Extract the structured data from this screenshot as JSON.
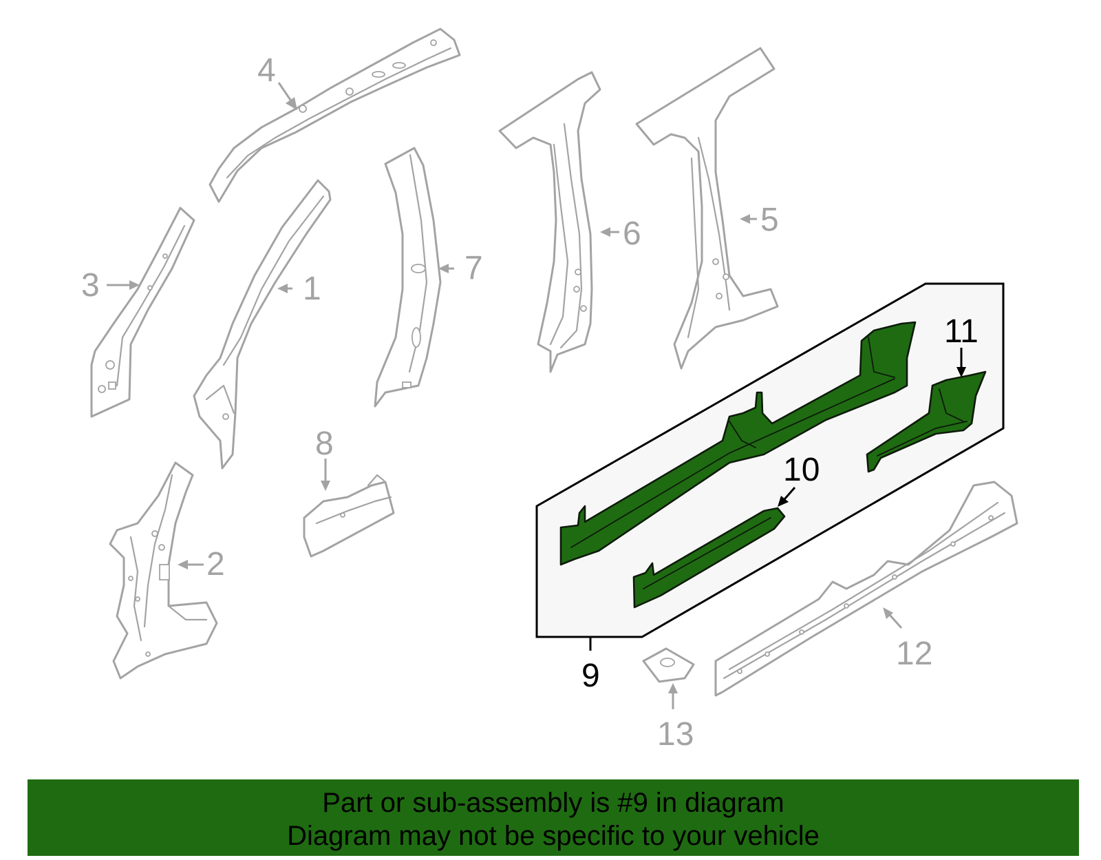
{
  "colors": {
    "highlight_fill": "#1f6b12",
    "part_outline": "#a3a3a3",
    "callout_highlight": "#000000",
    "banner_background": "#1f6b12",
    "group_box_fill": "#f7f7f7"
  },
  "callouts": {
    "c1": "1",
    "c2": "2",
    "c3": "3",
    "c4": "4",
    "c5": "5",
    "c6": "6",
    "c7": "7",
    "c8": "8",
    "c9": "9",
    "c10": "10",
    "c11": "11",
    "c12": "12",
    "c13": "13"
  },
  "banner": {
    "line1": "Part or sub-assembly is #9 in diagram",
    "line2": "Diagram may not be specific to your vehicle"
  }
}
